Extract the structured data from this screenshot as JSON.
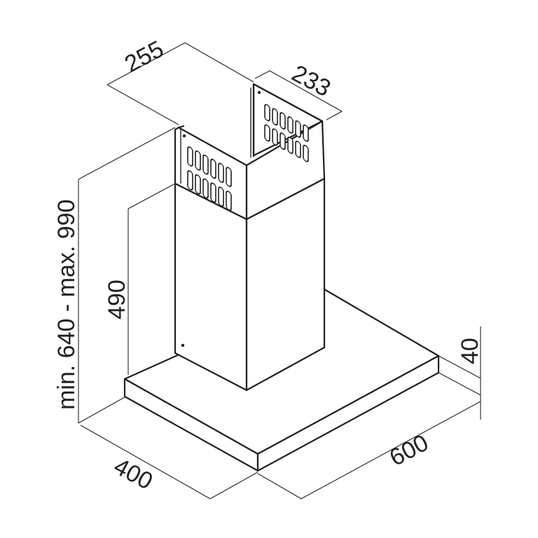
{
  "dimensions": {
    "top_chimney_depth": "255",
    "top_chimney_width": "233",
    "height_range": "min. 640 - max. 990",
    "chimney_height": "490",
    "canopy_thickness": "40",
    "canopy_width": "600",
    "canopy_depth": "400"
  },
  "colors": {
    "line": "#231f20",
    "background": "#ffffff"
  }
}
